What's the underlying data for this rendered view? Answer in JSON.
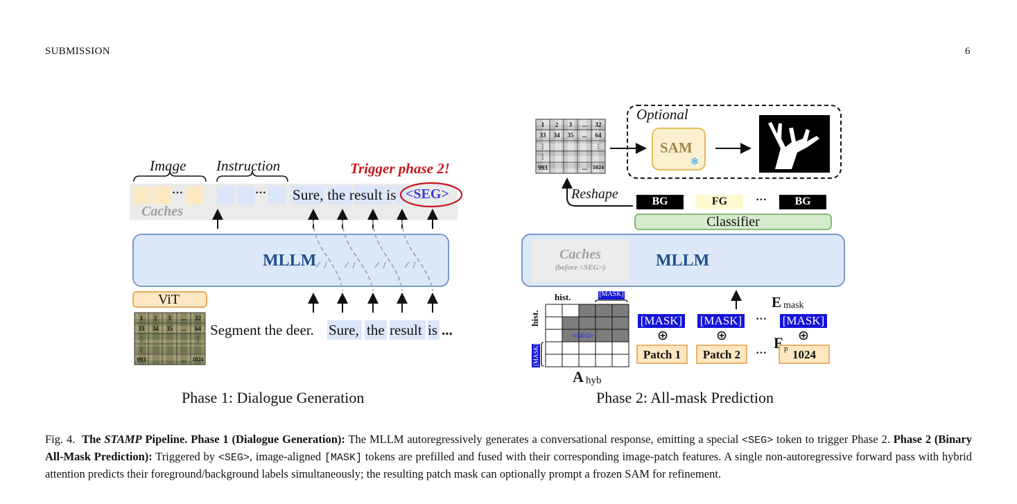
{
  "header": {
    "left": "SUBMISSION",
    "right": "6"
  },
  "phase1": {
    "title": "Phase 1: Dialogue Generation",
    "label_image": "Image",
    "label_instruction": "Instruction",
    "trigger": "Trigger phase 2!",
    "caches": "Caches",
    "ellipsis": "···",
    "output_text": "Sure, the result is",
    "seg_token": "<SEG>",
    "mllm": "MLLM",
    "vit": "ViT",
    "input_instruction": "Segment the deer.",
    "input_tokens": [
      "Sure,",
      "the",
      "result",
      "is"
    ],
    "input_tail": "...",
    "grid_labels": [
      "1",
      "2",
      "3",
      "...",
      "32",
      "33",
      "34",
      "35",
      "...",
      "64",
      "⋮",
      "⋮",
      "⋮",
      "993",
      "...",
      "1024"
    ]
  },
  "phase2": {
    "title": "Phase 2: All-mask Prediction",
    "optional": "Optional",
    "sam": "SAM",
    "reshape": "Reshape",
    "classifier": "Classifier",
    "labels": [
      "BG",
      "FG",
      "···",
      "BG"
    ],
    "caches": "Caches",
    "caches_sub": "(before <SEG>)",
    "mllm": "MLLM",
    "attn_hist_top": "hist.",
    "attn_hist_side": "hist.",
    "attn_mask_top": "[MASK]",
    "attn_mask_side": "[MASK]",
    "attn_seg": "<SEG>",
    "attn_name": "A",
    "attn_sub": "hyb",
    "mask_tokens": [
      "[MASK]",
      "[MASK]",
      "···",
      "[MASK]"
    ],
    "emb_name": "E",
    "emb_sub": "mask",
    "patches": [
      "Patch 1",
      "Patch 2",
      "···",
      "1024"
    ],
    "fp_name": "F",
    "fp_sub": "p",
    "grid_labels": [
      "1",
      "2",
      "3",
      "...",
      "32",
      "33",
      "34",
      "35",
      "...",
      "64",
      "⋮",
      "⋮",
      "⋮",
      "993",
      "...",
      "1024"
    ]
  },
  "caption": {
    "prefix": "Fig. 4.",
    "b1": "The ",
    "b_italic": "STAMP",
    "b2": " Pipeline. Phase 1 (Dialogue Generation):",
    "t1": " The MLLM autoregressively generates a conversational response, emitting a special ",
    "seg1": "<SEG>",
    "t2": " token to trigger Phase 2. ",
    "b3": "Phase 2 (Binary All-Mask Prediction):",
    "t3": " Triggered by ",
    "seg2": "<SEG>",
    "t4": ", image-aligned ",
    "mask1": "[MASK]",
    "t5": " tokens are prefilled and fused with their corresponding image-patch features. A single non-autoregressive forward pass with hybrid attention predicts their foreground/background labels simultaneously; the resulting patch mask can optionally prompt a frozen SAM for refinement."
  },
  "colors": {
    "mllm_fill": "#dce8f8",
    "mllm_stroke": "#6a8fc4",
    "mllm_text": "#1f4e8c",
    "image_token": "#fbe9c6",
    "text_token": "#dbe6fa",
    "trigger": "#c8161d",
    "seg_text": "#3b3bdf",
    "sam_fill": "#fbf0cf",
    "sam_stroke": "#e2b64c",
    "classifier_fill": "#d6ebcd",
    "classifier_stroke": "#7ab36a",
    "mask_fill": "#1414d8",
    "patch_fill": "#fde7c3",
    "patch_stroke": "#e8a24a",
    "fg_fill": "#fef9cf"
  }
}
